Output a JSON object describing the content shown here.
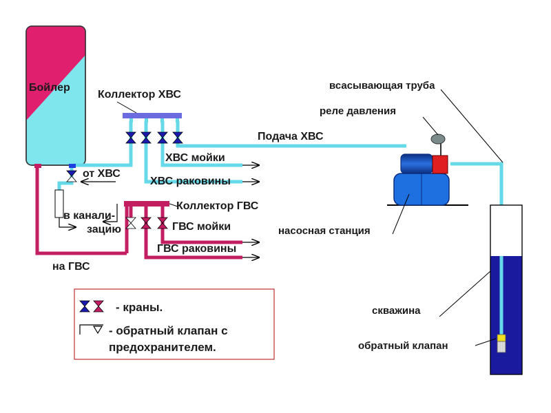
{
  "labels": {
    "boiler": "Бойлер",
    "cold_collector": "Коллектор ХВС",
    "suction_pipe": "всасывающая труба",
    "pressure_relay": "реле давления",
    "cold_supply": "Подача ХВС",
    "from_cold": "от ХВС",
    "cold_sink": "ХВС мойки",
    "cold_basin": "ХВС раковины",
    "hot_collector": "Коллектор ГВС",
    "drain_line1": "в канали-",
    "drain_line2": "зацию",
    "hot_sink": "ГВС мойки",
    "hot_basin": "ГВС раковины",
    "pump_station": "насосная станция",
    "to_hot": "на ГВС",
    "well": "скважина",
    "check_valve": "обратный клапан"
  },
  "legend": {
    "valves": "- краны.",
    "check_valve_line1": "- обратный клапан с",
    "check_valve_line2": "предохранителем."
  },
  "colors": {
    "cold_pipe": "#66d9e8",
    "hot_pipe": "#c41e62",
    "boiler_hot": "#e0206e",
    "boiler_cold": "#7fe6ee",
    "pump_blue": "#1e6fe0",
    "relay_red": "#e02020",
    "well_water": "#1a1a9e",
    "legend_border": "#c03030"
  }
}
